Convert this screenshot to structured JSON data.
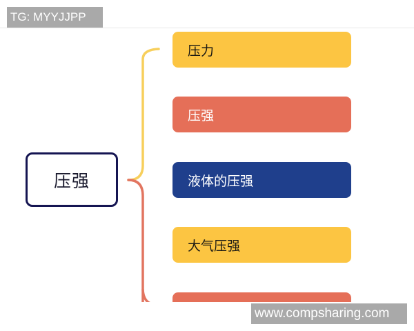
{
  "watermarks": {
    "top": "TG: MYYJJPP",
    "bottom": "www.compsharing.com"
  },
  "mindmap": {
    "root": {
      "label": "压强",
      "border_color": "#151552"
    },
    "children": [
      {
        "label": "压力",
        "bg": "#fcc542",
        "fg": "#1c1a14",
        "connector": "#f7cf5c"
      },
      {
        "label": "压强",
        "bg": "#e56f58",
        "fg": "#ffffff",
        "connector": "#f7cf5c"
      },
      {
        "label": "液体的压强",
        "bg": "#1f3f8c",
        "fg": "#ffffff",
        "connector": "#f7cf5c"
      },
      {
        "label": "大气压强",
        "bg": "#fcc542",
        "fg": "#1c1a14",
        "connector": "#e27560"
      },
      {
        "label": "",
        "bg": "#e56f58",
        "fg": "#ffffff",
        "connector": "#e27560"
      }
    ]
  }
}
